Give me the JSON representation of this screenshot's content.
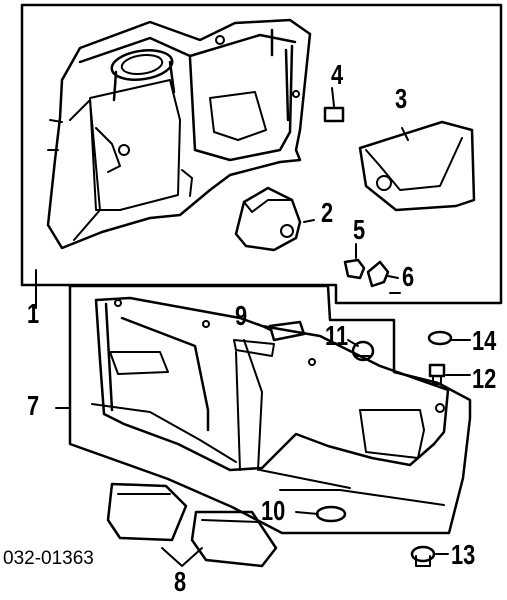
{
  "diagram": {
    "code": "032-01363",
    "callouts": [
      {
        "id": "1",
        "text": "1"
      },
      {
        "id": "2",
        "text": "2"
      },
      {
        "id": "3",
        "text": "3"
      },
      {
        "id": "4",
        "text": "4"
      },
      {
        "id": "5",
        "text": "5"
      },
      {
        "id": "6",
        "text": "6"
      },
      {
        "id": "7",
        "text": "7"
      },
      {
        "id": "8",
        "text": "8"
      },
      {
        "id": "9",
        "text": "9"
      },
      {
        "id": "10",
        "text": "10"
      },
      {
        "id": "11",
        "text": "11"
      },
      {
        "id": "12",
        "text": "12"
      },
      {
        "id": "13",
        "text": "13"
      },
      {
        "id": "14",
        "text": "14"
      }
    ],
    "colors": {
      "ink": "#000000",
      "paper": "#ffffff"
    }
  }
}
